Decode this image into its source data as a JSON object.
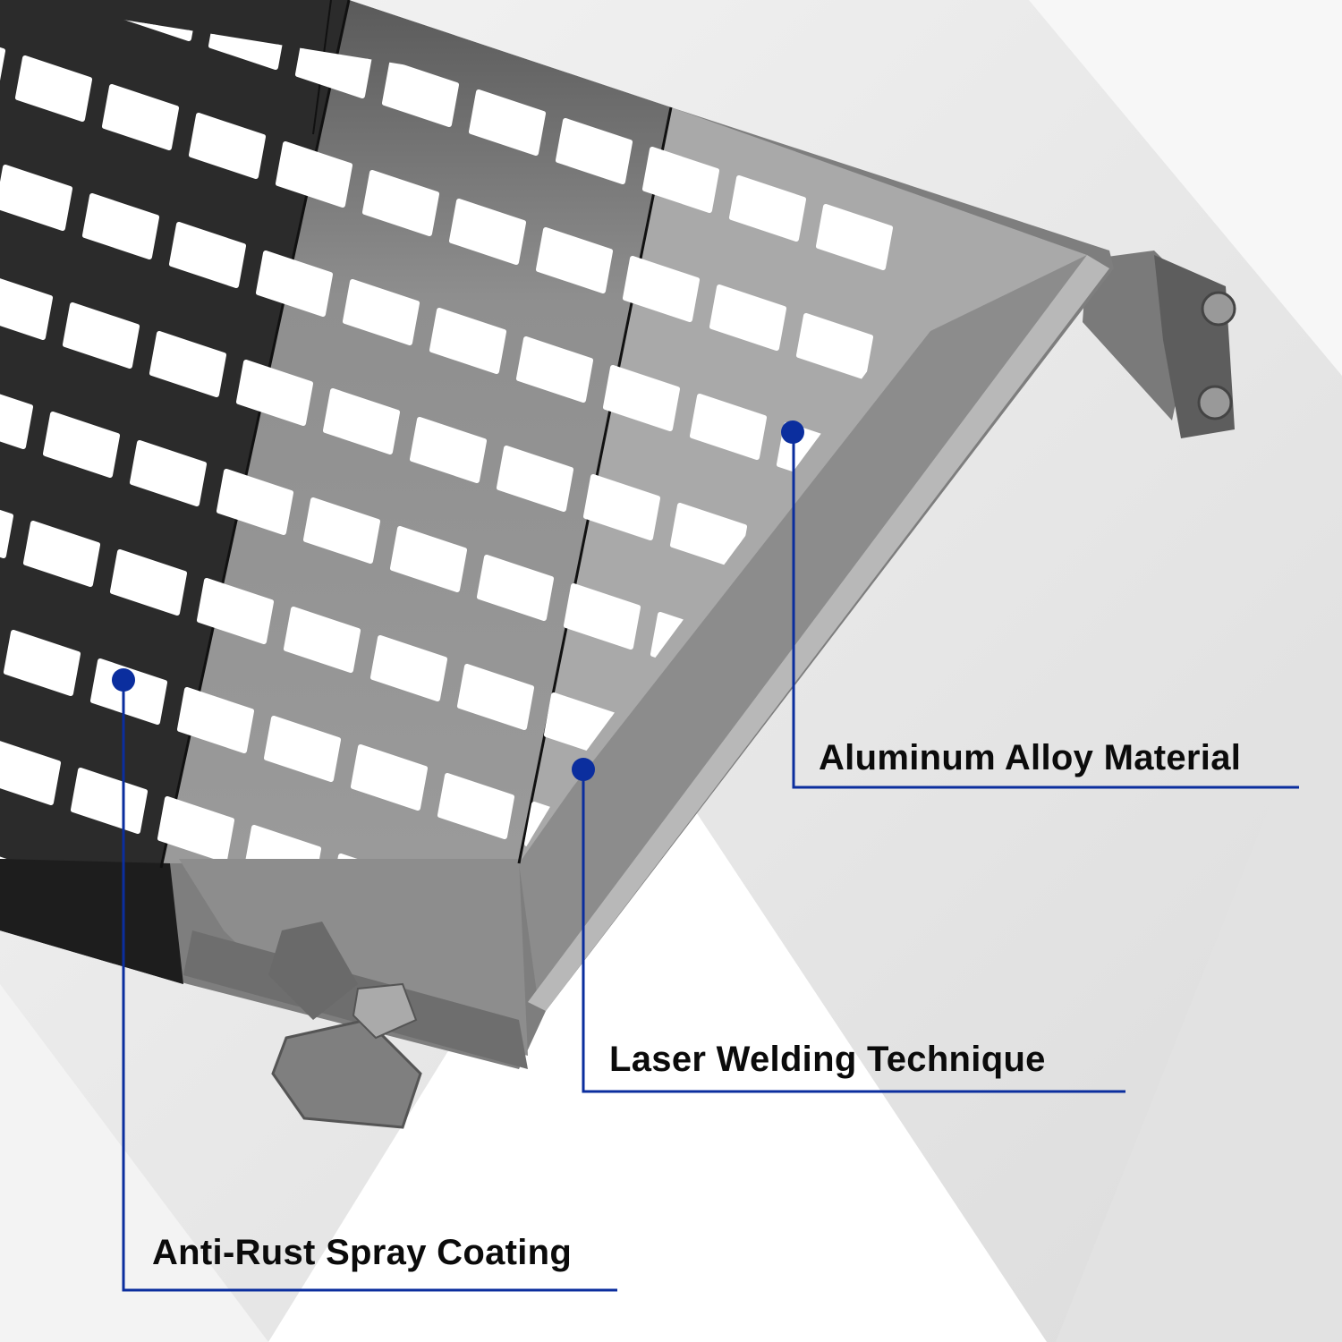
{
  "callouts": [
    {
      "id": "aluminum",
      "label": "Aluminum Alloy Material"
    },
    {
      "id": "laser",
      "label": "Laser Welding Technique"
    },
    {
      "id": "coating",
      "label": "Anti-Rust Spray Coating"
    }
  ],
  "colors": {
    "accent": "#0b2e9e",
    "background": "#ececec",
    "dark_plate": "#2b2b2b",
    "mid_plate": "#8a8a8a",
    "light_plate": "#a9a9a9"
  }
}
